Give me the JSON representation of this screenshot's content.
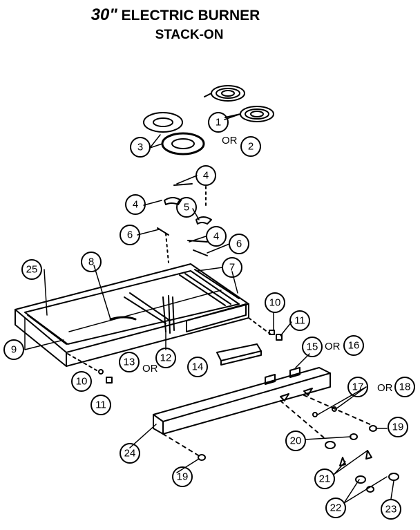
{
  "title": {
    "size": "30\"",
    "line1": "ELECTRIC BURNER",
    "line2": "STACK-ON"
  },
  "or_label": "OR",
  "callouts": [
    {
      "id": "c1",
      "label": "1"
    },
    {
      "id": "c2",
      "label": "2"
    },
    {
      "id": "c3",
      "label": "3"
    },
    {
      "id": "c4a",
      "label": "4"
    },
    {
      "id": "c4b",
      "label": "4"
    },
    {
      "id": "c4c",
      "label": "4"
    },
    {
      "id": "c5",
      "label": "5"
    },
    {
      "id": "c6a",
      "label": "6"
    },
    {
      "id": "c6b",
      "label": "6"
    },
    {
      "id": "c7",
      "label": "7"
    },
    {
      "id": "c8",
      "label": "8"
    },
    {
      "id": "c9",
      "label": "9"
    },
    {
      "id": "c10a",
      "label": "10"
    },
    {
      "id": "c10b",
      "label": "10"
    },
    {
      "id": "c11a",
      "label": "11"
    },
    {
      "id": "c11b",
      "label": "11"
    },
    {
      "id": "c12",
      "label": "12"
    },
    {
      "id": "c13",
      "label": "13"
    },
    {
      "id": "c14",
      "label": "14"
    },
    {
      "id": "c15",
      "label": "15"
    },
    {
      "id": "c16",
      "label": "16"
    },
    {
      "id": "c17",
      "label": "17"
    },
    {
      "id": "c18",
      "label": "18"
    },
    {
      "id": "c19a",
      "label": "19"
    },
    {
      "id": "c19b",
      "label": "19"
    },
    {
      "id": "c20",
      "label": "20"
    },
    {
      "id": "c21",
      "label": "21"
    },
    {
      "id": "c22",
      "label": "22"
    },
    {
      "id": "c23",
      "label": "23"
    },
    {
      "id": "c24",
      "label": "24"
    },
    {
      "id": "c25",
      "label": "25"
    }
  ]
}
